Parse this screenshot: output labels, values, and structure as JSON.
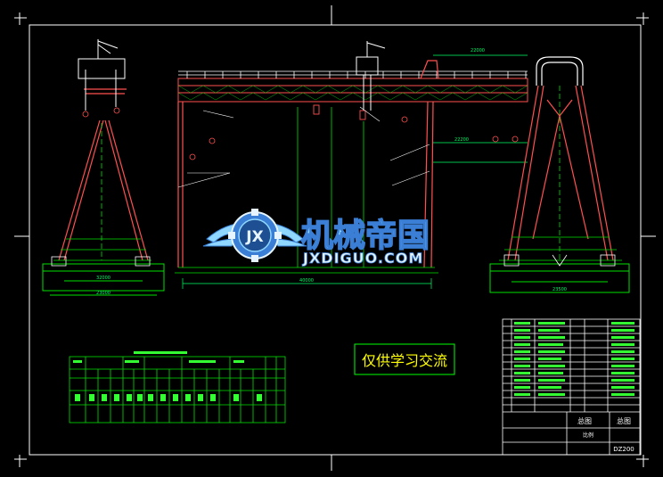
{
  "watermark": {
    "title": "机械帝国",
    "subtitle": "JXDIGUO.COM",
    "emblem_text": "JX"
  },
  "note": "仅供学习交流",
  "colors": {
    "background": "#000000",
    "frame": "#ffffff",
    "structure": "#ff5050",
    "rails_green": "#00e000",
    "dims_green": "#00ff66",
    "text_green": "#33ff33",
    "note_border": "#00ff00",
    "note_text": "#ffff00",
    "logo_blue": "#3a7fd5",
    "logo_cyan": "#8fd7ff",
    "logo_light": "#e6f4ff"
  },
  "drawing_labels": {
    "dim_label_top": "22000",
    "dim_label_total_span": "40000",
    "dim_label_left_base": "23000",
    "dim_label_left_inner": "32000",
    "dim_label_right_base": "23500",
    "dim_label_mid": "22200"
  },
  "title_block": {
    "drawing_name": "总图",
    "code": "DZ200",
    "label_sheet": "总图",
    "label_qty": "比例"
  }
}
